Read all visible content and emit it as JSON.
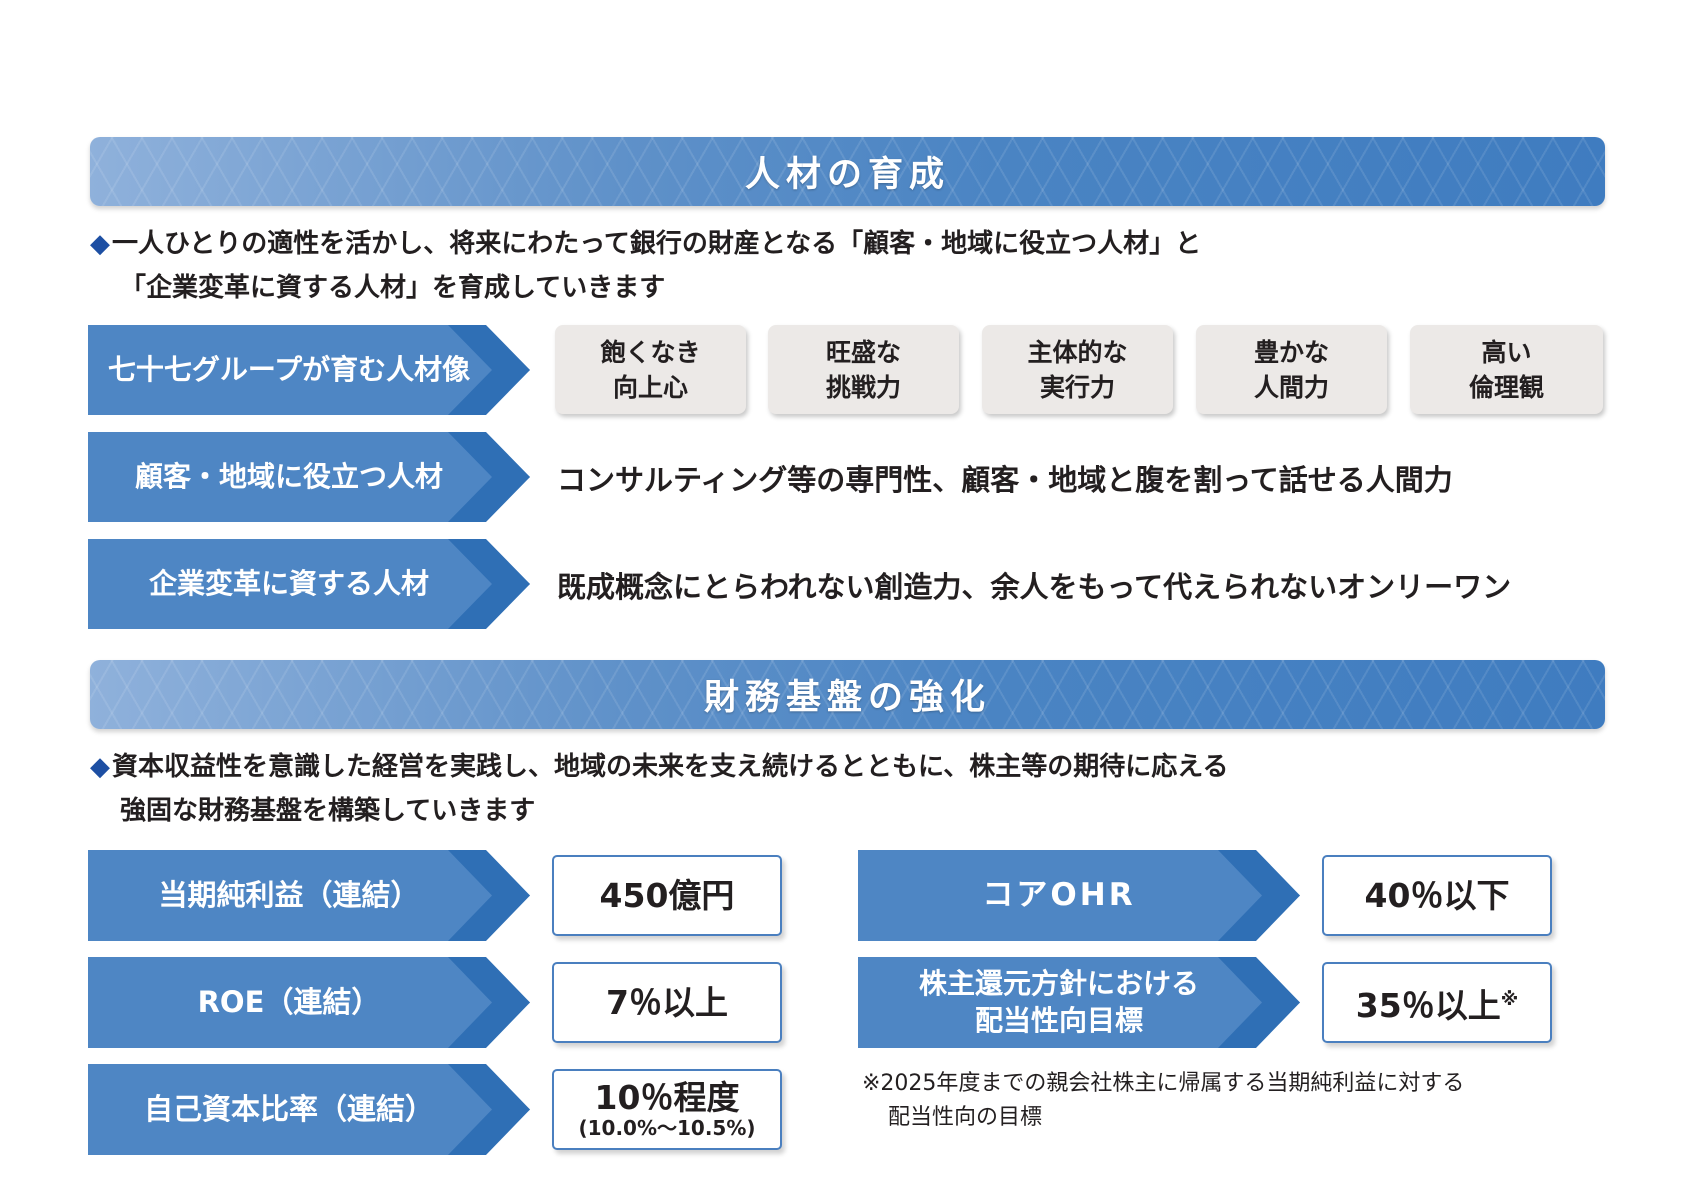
{
  "section1": {
    "title": "人材の育成",
    "intro_bullet": "◆",
    "intro_line1": "一人ひとりの適性を活かし、将来にわたって銀行の財産となる「顧客・地域に役立つ人材」と",
    "intro_line2": "「企業変革に資する人材」を育成していきます",
    "rows": [
      {
        "label": "七十七グループが育む人材像"
      },
      {
        "label": "顧客・地域に役立つ人材",
        "description": "コンサルティング等の専門性、顧客・地域と腹を割って話せる人間力"
      },
      {
        "label": "企業変革に資する人材",
        "description": "既成概念にとらわれない創造力、余人をもって代えられないオンリーワン"
      }
    ],
    "traits": [
      {
        "line1": "飽くなき",
        "line2": "向上心"
      },
      {
        "line1": "旺盛な",
        "line2": "挑戦力"
      },
      {
        "line1": "主体的な",
        "line2": "実行力"
      },
      {
        "line1": "豊かな",
        "line2": "人間力"
      },
      {
        "line1": "高い",
        "line2": "倫理観"
      }
    ]
  },
  "section2": {
    "title": "財務基盤の強化",
    "intro_bullet": "◆",
    "intro_line1": "資本収益性を意識した経営を実践し、地域の未来を支え続けるとともに、株主等の期待に応える",
    "intro_line2": "強固な財務基盤を構築していきます",
    "targets_left": [
      {
        "label": "当期純利益（連結）",
        "value": "450億円"
      },
      {
        "label": "ROE（連結）",
        "value": "7％以上"
      },
      {
        "label": "自己資本比率（連結）",
        "value": "10％程度",
        "sub": "(10.0%〜10.5%)"
      }
    ],
    "targets_right": [
      {
        "label": "コアOHR",
        "value": "40％以下"
      },
      {
        "label_line1": "株主還元方針における",
        "label_line2": "配当性向目標",
        "value": "35％以上",
        "mark": "※"
      }
    ],
    "footnote_line1": "※2025年度までの親会社株主に帰属する当期純利益に対する",
    "footnote_line2": "配当性向の目標"
  },
  "colors": {
    "arrow_blue": "#4e86c4",
    "arrow_tip": "#2f6fb5",
    "bullet": "#1d4fa3",
    "trait_bg": "#ece9e7"
  }
}
